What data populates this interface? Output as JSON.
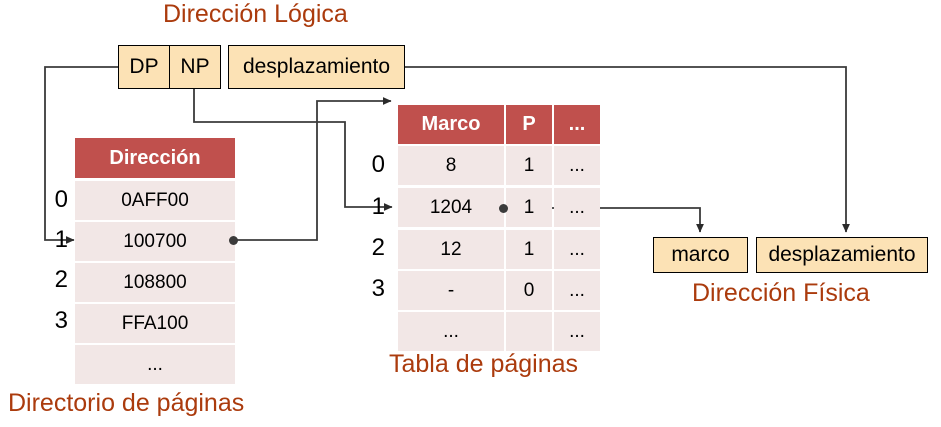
{
  "diagram": {
    "title_logical": "Dirección Lógica",
    "title_physical": "Dirección Física",
    "caption_page_directory": "Directorio de páginas",
    "caption_page_table": "Tabla de páginas",
    "colors": {
      "caption": "#AB3B0D",
      "table_header": "#C0504D",
      "table_cell": "#F2E7E6",
      "box_fill": "#FCE2B5",
      "line": "#3b3b3b"
    }
  },
  "logical_address": {
    "fields": [
      {
        "label": "DP"
      },
      {
        "label": "NP"
      },
      {
        "label": "desplazamiento"
      }
    ]
  },
  "physical_address": {
    "fields": [
      {
        "label": "marco"
      },
      {
        "label": "desplazamiento"
      }
    ]
  },
  "page_directory": {
    "header": "Dirección",
    "row_indices": [
      "0",
      "1",
      "2",
      "3",
      ""
    ],
    "rows": [
      {
        "index": "0",
        "direccion": "0AFF00"
      },
      {
        "index": "1",
        "direccion": "100700"
      },
      {
        "index": "2",
        "direccion": "108800"
      },
      {
        "index": "3",
        "direccion": "FFA100"
      },
      {
        "index": "",
        "direccion": "..."
      }
    ]
  },
  "page_table": {
    "headers": [
      "Marco",
      "P",
      "..."
    ],
    "row_indices": [
      "0",
      "1",
      "2",
      "3",
      ""
    ],
    "rows": [
      {
        "index": "0",
        "marco": "8",
        "p": "1",
        "more": "..."
      },
      {
        "index": "1",
        "marco": "1204",
        "p": "1",
        "more": "..."
      },
      {
        "index": "2",
        "marco": "12",
        "p": "1",
        "more": "..."
      },
      {
        "index": "3",
        "marco": "-",
        "p": "0",
        "more": "..."
      },
      {
        "index": "",
        "marco": "...",
        "p": "",
        "more": "..."
      }
    ]
  }
}
